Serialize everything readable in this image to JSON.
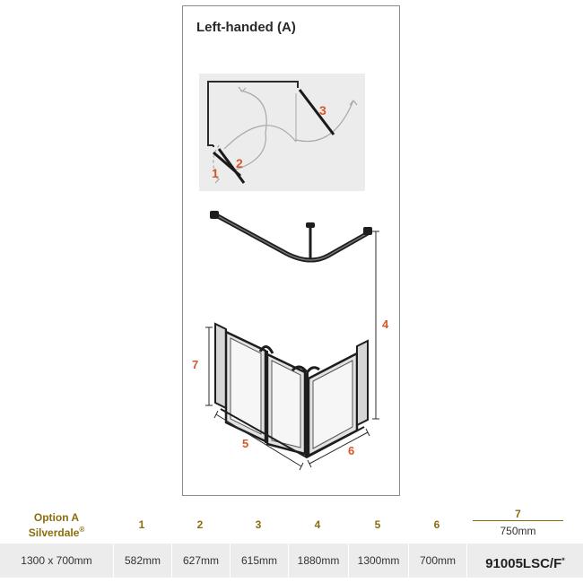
{
  "panel": {
    "title": "Left-handed (A)"
  },
  "diagram_labels": {
    "door1": "1",
    "door2": "2",
    "door3": "3",
    "height_rail": "4",
    "length": "5",
    "width": "6",
    "panel_height": "7"
  },
  "colors": {
    "accent": "#d4582a",
    "header_gold": "#8a6d0c",
    "frame": "#2b2b2b",
    "row_bg": "#ececec"
  },
  "table": {
    "option": {
      "line1": "Option A",
      "line2": "Silverdale",
      "reg": "®"
    },
    "headers": [
      "1",
      "2",
      "3",
      "4",
      "5",
      "6",
      "7"
    ],
    "header7_sub": "750mm",
    "row": [
      "1300 x 700mm",
      "582mm",
      "627mm",
      "615mm",
      "1880mm",
      "1300mm",
      "700mm"
    ],
    "code": {
      "text": "91005LSC/F",
      "sup": "*"
    }
  }
}
